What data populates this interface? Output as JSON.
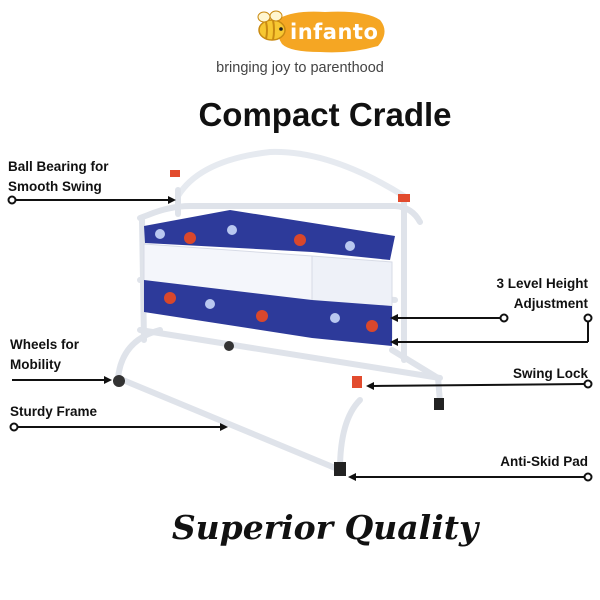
{
  "brand": {
    "name": "infanto",
    "tagline": "bringing joy to parenthood",
    "logo_color": "#f5a623",
    "mascot_icon": "bee-icon"
  },
  "title": "Compact Cradle",
  "features": {
    "ball_bearing": "Ball Bearing for Smooth Swing",
    "height_adjust": "3 Level Height Adjustment",
    "wheels": "Wheels for Mobility",
    "swing_lock": "Swing Lock",
    "frame": "Sturdy Frame",
    "anti_skid": "Anti-Skid Pad"
  },
  "footer": "Superior Quality",
  "colors": {
    "frame": "#e9edf3",
    "fabric": "#2d3a9a",
    "fabric_dot_red": "#d9472b",
    "fabric_dot_light": "#b9c8f0",
    "knob": "#e24b2e",
    "line": "#111111"
  }
}
